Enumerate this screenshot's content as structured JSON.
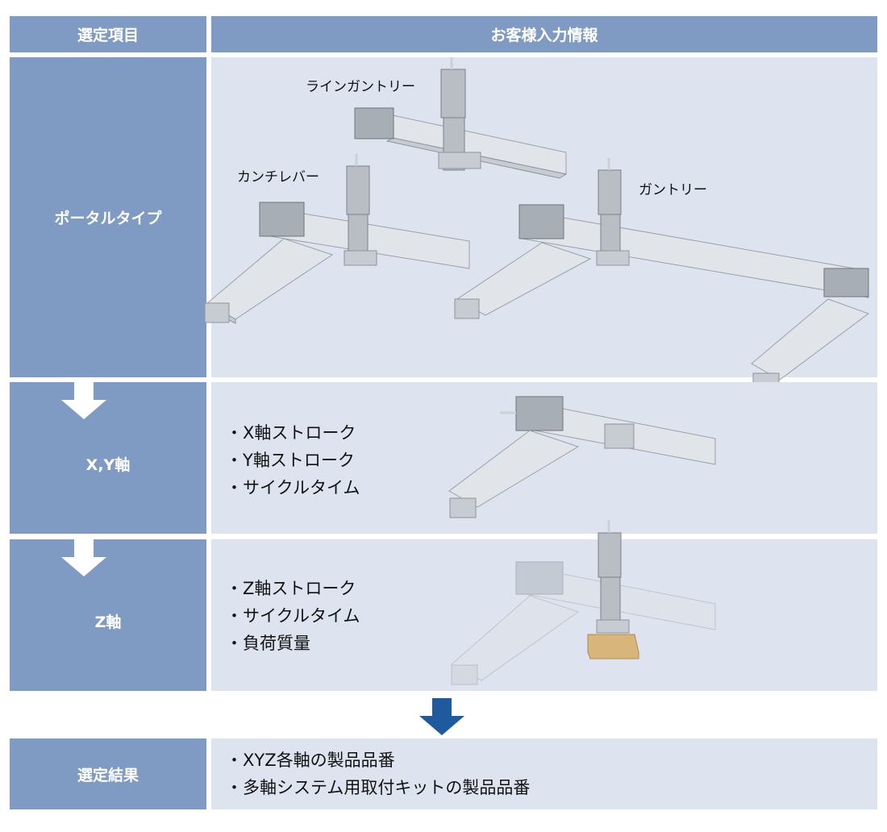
{
  "header": {
    "left": "選定項目",
    "right": "お客様入力情報"
  },
  "rows": {
    "portal": {
      "label": "ポータルタイプ",
      "types": {
        "line_gantry": "ラインガントリー",
        "cantilever": "カンチレバー",
        "gantry": "ガントリー"
      }
    },
    "xy": {
      "label": "X,Y軸",
      "items": [
        "・X軸ストローク",
        "・Y軸ストローク",
        "・サイクルタイム"
      ]
    },
    "z": {
      "label": "Z軸",
      "items": [
        "・Z軸ストローク",
        "・サイクルタイム",
        "・負荷質量"
      ]
    },
    "result": {
      "label": "選定結果",
      "items": [
        "・XYZ各軸の製品品番",
        "・多軸システム用取付キットの製品品番"
      ]
    }
  },
  "colors": {
    "header_bg": "#7f9bc3",
    "panel_bg": "#dde3ef",
    "arrow_white": "#ffffff",
    "arrow_blue": "#1f5a9c",
    "payload": "#d8b57a"
  }
}
